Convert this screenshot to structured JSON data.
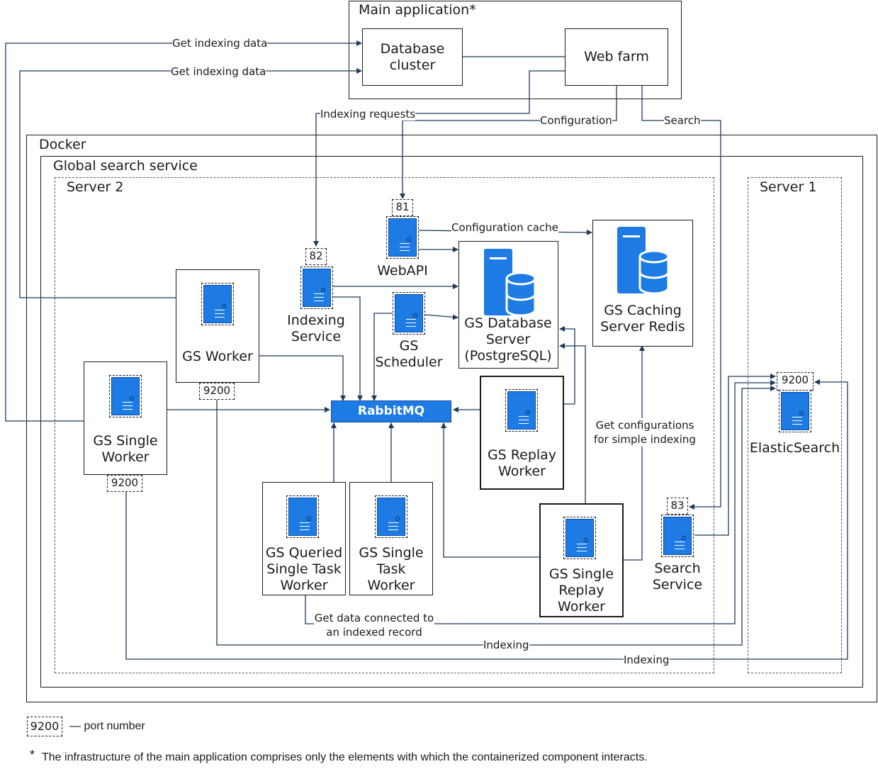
{
  "frames": {
    "main_application": "Main application*",
    "docker": "Docker",
    "global_search_service": "Global search service",
    "server2": "Server 2",
    "server1": "Server 1"
  },
  "nodes": {
    "database_cluster": "Database cluster",
    "web_farm": "Web farm",
    "webapi": "WebAPI",
    "indexing_service": "Indexing Service",
    "gs_scheduler": "GS Scheduler",
    "gs_database_server": "GS Database Server (PostgreSQL)",
    "gs_caching_server": "GS Caching Server Redis",
    "gs_worker": "GS Worker",
    "gs_single_worker": "GS Single Worker",
    "rabbitmq": "RabbitMQ",
    "gs_replay_worker": "GS Replay Worker",
    "gs_queried_single_task_worker": "GS Queried Single Task Worker",
    "gs_single_task_worker": "GS Single Task Worker",
    "gs_single_replay_worker": "GS Single Replay Worker",
    "search_service": "Search Service",
    "elasticsearch": "ElasticSearch"
  },
  "ports": {
    "webapi": "81",
    "indexing_service": "82",
    "search_service": "83",
    "gs_worker": "9200",
    "gs_single_worker": "9200",
    "elasticsearch": "9200"
  },
  "edge_labels": {
    "get_indexing_data_1": "Get indexing data",
    "get_indexing_data_2": "Get indexing data",
    "indexing_requests": "Indexing requests",
    "configuration": "Configuration",
    "search": "Search",
    "configuration_cache": "Configuration cache",
    "get_configurations": "Get configurations for simple indexing",
    "get_data_connected": "Get data connected to an indexed record",
    "indexing_1": "Indexing",
    "indexing_2": "Indexing"
  },
  "legend": {
    "port_sample": "9200",
    "port_text": "— port number"
  },
  "footnote": {
    "star": "*",
    "text": "The infrastructure of the main application comprises only the elements with which the containerized component interacts."
  },
  "colors": {
    "accent_blue": "#1e7be3",
    "line": "#1e3a5a"
  }
}
